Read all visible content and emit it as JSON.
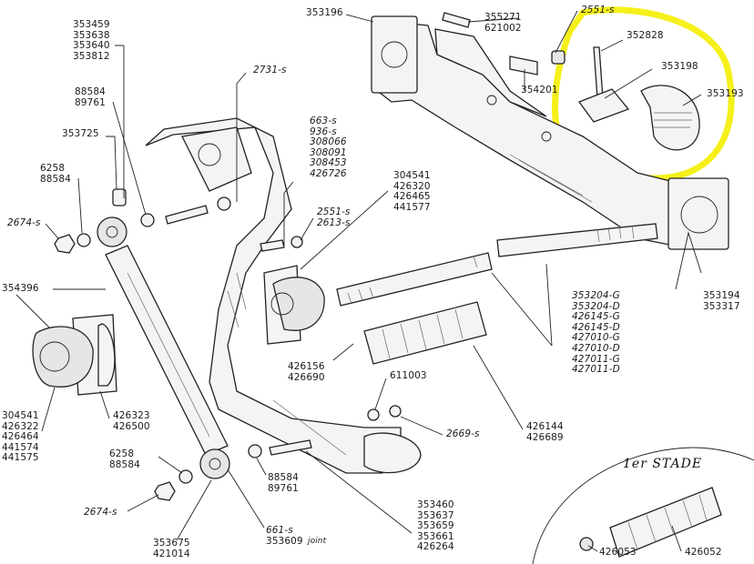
{
  "labels": {
    "l353196": "353196",
    "l355271": "355271\n621002",
    "l2551s_top": "2551-s",
    "l352828": "352828",
    "l353198": "353198",
    "l354201": "354201",
    "l353193": "353193",
    "l353459": "353459\n353638\n353640\n353812",
    "l2731s": "2731-s",
    "l88584_top": "88584\n89761",
    "l353725": "353725",
    "l6258_top": "6258\n88584",
    "l2674s_top": "2674-s",
    "l663s": "663-s\n936-s\n308066\n308091\n308453\n426726",
    "l2551s_mid": "2551-s\n2613-s",
    "l304541_top": "304541\n426320\n426465\n441577",
    "l354396": "354396",
    "l353194": "353194\n353317",
    "l353204": "353204-G\n353204-D\n426145-G\n426145-D\n427010-G\n427010-D\n427011-G\n427011-D",
    "l426156": "426156\n426690",
    "l611003": "611003",
    "l304541_bot": "304541\n426322\n426464\n441574\n441575",
    "l426323": "426323\n426500",
    "l2669s": "2669-s",
    "l426144": "426144\n426689",
    "l6258_bot": "6258\n88584",
    "l2674s_bot": "2674-s",
    "l88584_bot": "88584\n89761",
    "l661s": "661-s",
    "l353609": "353609",
    "l_joint": "joint",
    "l353675": "353675\n421014",
    "l353460": "353460\n353637\n353659\n353661\n426264",
    "stade_title": "1er STADE",
    "l426053": "426053",
    "l426052": "426052"
  },
  "colors": {
    "ink": "#222222",
    "highlight": "#f5f01a",
    "background": "#ffffff"
  }
}
